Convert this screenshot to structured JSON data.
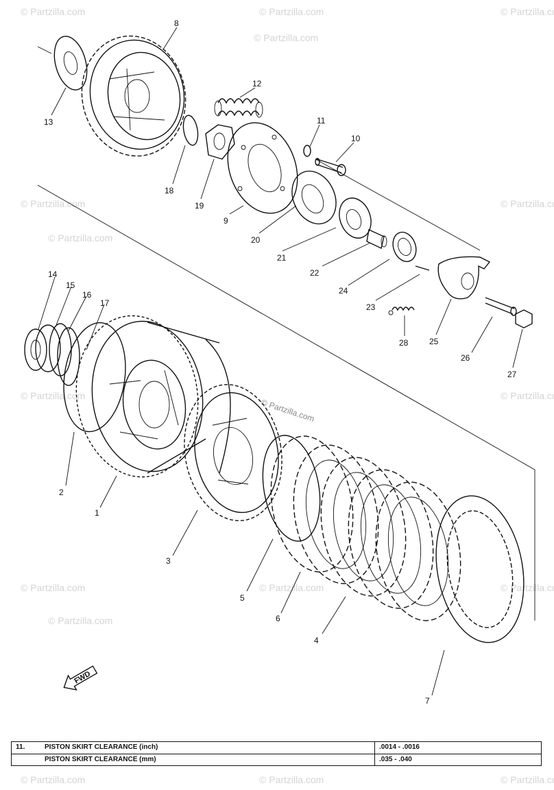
{
  "diagram": {
    "part_labels": [
      "1",
      "2",
      "3",
      "4",
      "5",
      "6",
      "7",
      "8",
      "9",
      "10",
      "11",
      "12",
      "13",
      "14",
      "15",
      "16",
      "17",
      "18",
      "19",
      "20",
      "21",
      "22",
      "23",
      "24",
      "25",
      "26",
      "27",
      "28"
    ],
    "watermark_text": "© Partzilla.com",
    "watermark_center": "© Partzilla.com",
    "fwd_label": "FWD"
  },
  "spec_table": {
    "rows": [
      {
        "num": "11.",
        "desc": "PISTON SKIRT CLEARANCE (inch)",
        "value": ".0014 - .0016"
      },
      {
        "num": "",
        "desc": "PISTON SKIRT CLEARANCE (mm)",
        "value": ".035 - .040"
      }
    ]
  }
}
